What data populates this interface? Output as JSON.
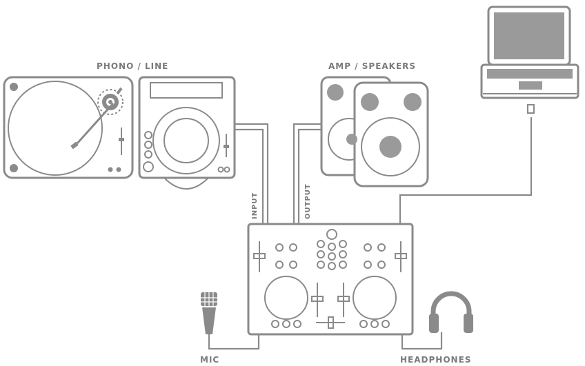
{
  "labels": {
    "phono_line": "PHONO / LINE",
    "amp_speakers": "AMP / SPEAKERS",
    "input": "INPUT",
    "output": "OUTPUT",
    "mic": "MIC",
    "headphones": "HEADPHONES"
  },
  "colors": {
    "line": "#8a8a8a",
    "label": "#7a7a7a",
    "background": "#ffffff"
  },
  "icons": [
    "turntable-icon",
    "cd-player-icon",
    "speakers-icon",
    "laptop-icon",
    "dj-controller-icon",
    "microphone-icon",
    "headphones-icon"
  ]
}
